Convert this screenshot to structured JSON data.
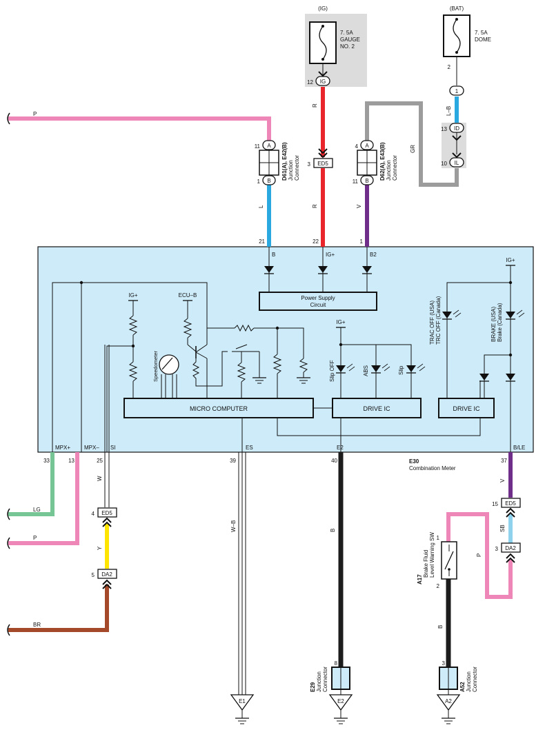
{
  "colors": {
    "pink": "#ef86b8",
    "red": "#e8262b",
    "gray": "#9c9c9c",
    "blue": "#29a9e0",
    "purple": "#6f2e8a",
    "green": "#76c595",
    "yellow": "#fde500",
    "brown": "#a44a2a",
    "black": "#1c1c1c",
    "light_blue": "#8fd2ee",
    "meter_fill": "#cdebf9",
    "shade": "#dcdcdc"
  },
  "fuses": {
    "ig": {
      "source": "(IG)",
      "rating": "7. 5A",
      "name1": "GAUGE",
      "name2": "NO. 2",
      "pin": "12",
      "conn": "IG"
    },
    "bat": {
      "source": "(BAT)",
      "rating": "7. 5A",
      "name1": "DOME",
      "pin": "2"
    }
  },
  "connectors": {
    "bat_1": {
      "label": "1"
    },
    "id": {
      "pin": "13",
      "label": "ID"
    },
    "il": {
      "pin": "10",
      "label": "IL"
    },
    "ed5_top": {
      "pin": "3",
      "label": "ED5"
    },
    "ed5_left": {
      "pin": "4",
      "label": "ED5"
    },
    "da2_left": {
      "pin": "5",
      "label": "DA2"
    },
    "ed5_right": {
      "pin": "15",
      "label": "ED5"
    },
    "da2_right": {
      "pin": "3",
      "label": "DA2"
    }
  },
  "junctions": {
    "d61": {
      "name": "D61(A), E42(B)",
      "desc1": "Junction",
      "desc2": "Connector",
      "pin_a": "11",
      "pin_b": "1",
      "a": "A",
      "b": "B"
    },
    "d62": {
      "name": "D62(A), E43(B)",
      "desc1": "Junction",
      "desc2": "Connector",
      "pin_a": "4",
      "pin_b": "11",
      "a": "A",
      "b": "B"
    }
  },
  "wires": {
    "p": "P",
    "r": "R",
    "l": "L",
    "v": "V",
    "gr": "GR",
    "lb": "L–B",
    "lg": "LG",
    "br": "BR",
    "w": "W",
    "y": "Y",
    "wb": "W–B",
    "b": "B",
    "sb": "SB"
  },
  "meter": {
    "id": "E30",
    "name": "Combination Meter",
    "pins_top": {
      "b": "21",
      "ig": "22",
      "b2": "1"
    },
    "terminals_top": {
      "b": "B",
      "ig": "IG+",
      "b2": "B2"
    },
    "pins_bottom": {
      "mpxp": "33",
      "mpxm": "13",
      "si": "25",
      "es": "39",
      "e2": "40",
      "ble": "37"
    },
    "terminals_bottom": {
      "mpxp": "MPX+",
      "mpxm": "MPX–",
      "si": "SI",
      "es": "ES",
      "e2": "E2",
      "ble": "B/LE"
    },
    "psu1": "Power Supply",
    "psu2": "Circuit",
    "micro": "MICRO COMPUTER",
    "drive1": "DRIVE IC",
    "drive2": "DRIVE IC",
    "ig_plus": "IG+",
    "ecu_b": "ECU–B",
    "speedometer": "Speedometer",
    "led_slip_off": "Slip OFF",
    "led_abs": "ABS",
    "led_slip": "Slip",
    "trac1": "TRAC OFF (USA)",
    "trac2": "TRC OFF (Canada)",
    "brake1": "BRAKE (USA)",
    "brake2": "Brake (Canada)"
  },
  "switch": {
    "id": "A17",
    "name1": "Brake Fluid",
    "name2": "Level Warning SW",
    "pin1": "1",
    "pin2": "2"
  },
  "bottom_junctions": {
    "e29": {
      "id": "E29",
      "desc1": "Junction",
      "desc2": "Connector",
      "pin": "8"
    },
    "a52": {
      "id": "A52",
      "desc1": "Junction",
      "desc2": "Connector",
      "pin": "3"
    }
  },
  "grounds": {
    "e1": "E1",
    "e2": "E2",
    "a2": "A2"
  }
}
